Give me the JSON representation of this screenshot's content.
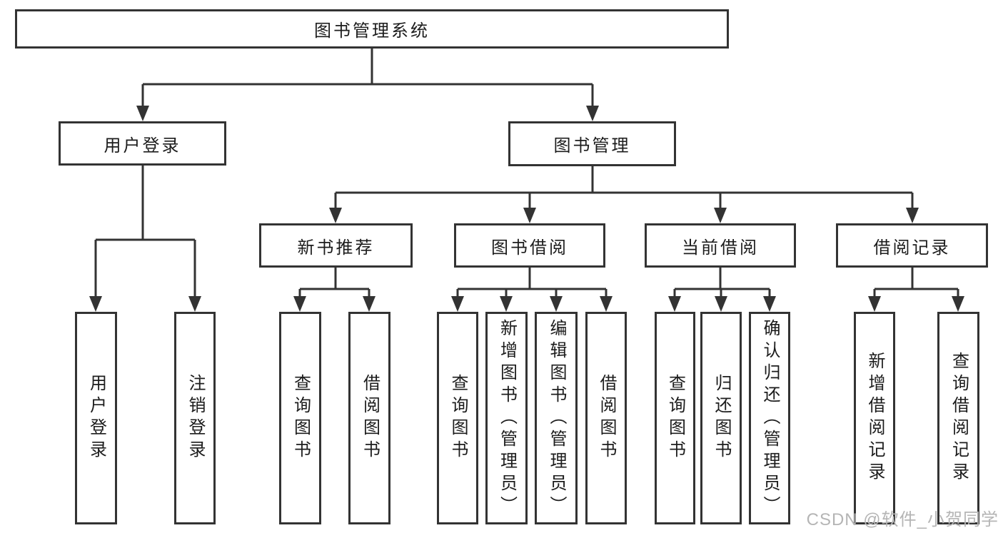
{
  "diagram": {
    "root": {
      "label": "图书管理系统",
      "children": [
        {
          "label": "用户登录",
          "children": [
            {
              "label": "用户登录"
            },
            {
              "label": "注销登录"
            }
          ]
        },
        {
          "label": "图书管理",
          "children": [
            {
              "label": "新书推荐",
              "children": [
                {
                  "label": "查询图书"
                },
                {
                  "label": "借阅图书"
                }
              ]
            },
            {
              "label": "图书借阅",
              "children": [
                {
                  "label": "查询图书"
                },
                {
                  "label": "新增图书（管理员）"
                },
                {
                  "label": "编辑图书（管理员）"
                },
                {
                  "label": "借阅图书"
                }
              ]
            },
            {
              "label": "当前借阅",
              "children": [
                {
                  "label": "查询图书"
                },
                {
                  "label": "归还图书"
                },
                {
                  "label": "确认归还（管理员）"
                }
              ]
            },
            {
              "label": "借阅记录",
              "children": [
                {
                  "label": "新增借阅记录"
                },
                {
                  "label": "查询借阅记录"
                }
              ]
            }
          ]
        }
      ]
    }
  },
  "watermark": {
    "text": "CSDN @软件_小贺同学"
  },
  "colors": {
    "line": "#333333",
    "text": "#1c1c1c",
    "watermark": "#b5b5b5",
    "background": "#ffffff"
  }
}
